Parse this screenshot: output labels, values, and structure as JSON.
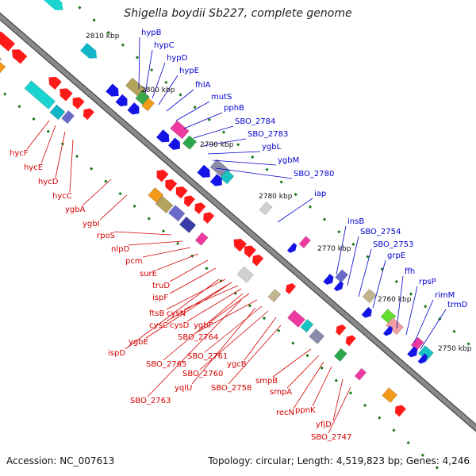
{
  "title": "Shigella boydii Sb227, complete genome",
  "accession": "Accession: NC_007613",
  "topology": "Topology: circular; Length: 4,519,823 bp; Genes: 4,246",
  "colors": {
    "backbone": "#8a8a8a",
    "forward_label": "#0000cc",
    "reverse_label": "#d40000",
    "tick": "#1a7a1a"
  },
  "ticks": [
    "2810 kbp",
    "2800 kbp",
    "2790 kbp",
    "2780 kbp",
    "2770 kbp",
    "2760 kbp",
    "2750 kbp"
  ],
  "forward_genes": [
    "hypB",
    "hypC",
    "hypD",
    "hypE",
    "fhlA",
    "mutS",
    "pphB",
    "SBO_2784",
    "SBO_2783",
    "ygbL",
    "ygbM",
    "SBO_2780",
    "iap",
    "insB",
    "SBO_2754",
    "SBO_2753",
    "grpE",
    "ffh",
    "rpsP",
    "rimM",
    "trmD"
  ],
  "reverse_genes": [
    "hycF",
    "hycE",
    "hycD",
    "hycC",
    "ygbA",
    "ygbI",
    "rpoS",
    "nlpD",
    "pcm",
    "surE",
    "truD",
    "ispF",
    "ftsB",
    "cysN",
    "cysC",
    "cysD",
    "ygbE",
    "ygbF",
    "ispD",
    "SBO_2764",
    "SBO_2765",
    "SBO_2761",
    "SBO_2760",
    "ygcB",
    "yqlU",
    "SBO_2758",
    "SBO_2763",
    "smpB",
    "smpA",
    "recN",
    "ppnK",
    "yfjD",
    "SBO_2747"
  ]
}
